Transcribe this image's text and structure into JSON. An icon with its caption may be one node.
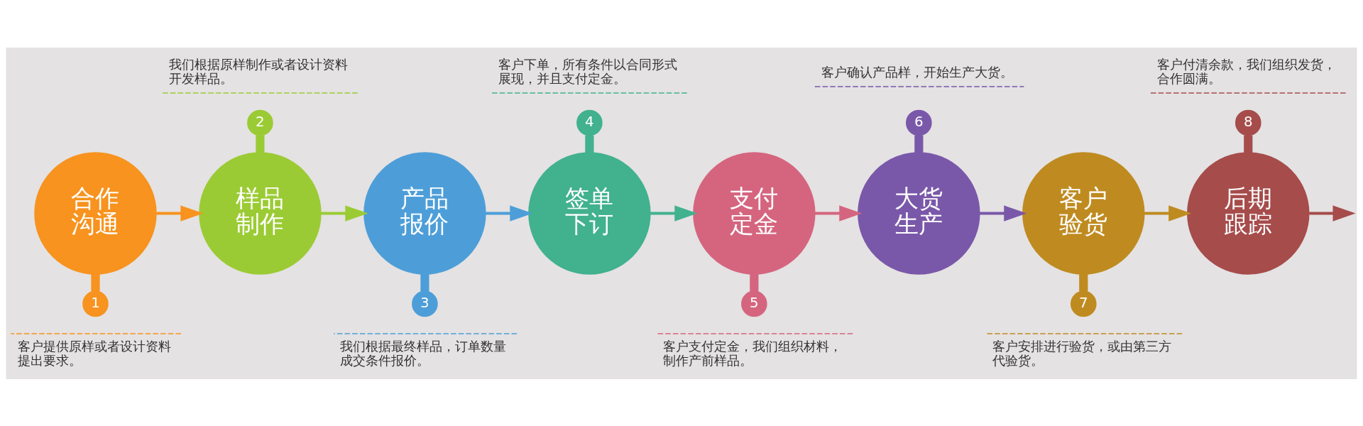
{
  "diagram": {
    "nodes": [
      {
        "text": [
          "合作沟通"
        ]
      },
      {
        "text": [
          "1"
        ],
        "beside": [
          "客户提供原样或者设计资料提出要求。"
        ]
      },
      {
        "text": [
          "样品制作"
        ]
      },
      {
        "text": [
          "2"
        ],
        "beside": [
          "我们根据原样制作或者设计资料开发样品。"
        ]
      },
      {
        "text": [
          "产品报价"
        ]
      },
      {
        "text": [
          "3"
        ],
        "beside": [
          "我们根据最终样品，订单数量成交条件报价。"
        ]
      },
      {
        "text": [
          "签单下订"
        ]
      },
      {
        "text": [
          "4"
        ],
        "beside": [
          "客户下单，所有条件以合同形式展现，并且支付定金。"
        ]
      },
      {
        "text": [
          "支付定金"
        ]
      },
      {
        "text": [
          "5"
        ],
        "beside": [
          "客户支付定金，我们组织材料，制作产前样品。"
        ]
      },
      {
        "text": [
          "大货生产"
        ]
      },
      {
        "text": [
          "6"
        ],
        "beside": [
          "客户确认产品样，开始生产大货。"
        ]
      },
      {
        "text": [
          "客户验货"
        ]
      },
      {
        "text": [
          "7"
        ],
        "beside": [
          "客户安排进行验货，或由第三方代验货。"
        ]
      },
      {
        "text": [
          "后期跟踪"
        ]
      },
      {
        "text": [
          "8"
        ],
        "beside": [
          "客户付清余款，我们组织发货，合作圆满。"
        ]
      }
    ],
    "edges": [
      {
        "from": 0,
        "to": 1,
        "arrow": "none",
        "style": "thick",
        "color": "#f7931e"
      },
      {
        "from": 0,
        "to": 2,
        "arrow": "to",
        "color": "#f7931e"
      },
      {
        "from": 2,
        "to": 3,
        "arrow": "none",
        "style": "thick",
        "color": "#9bcb34"
      },
      {
        "from": 2,
        "to": 4,
        "arrow": "to",
        "color": "#9bcb34"
      },
      {
        "from": 4,
        "to": 5,
        "arrow": "none",
        "style": "thick",
        "color": "#4d9ed8"
      },
      {
        "from": 4,
        "to": 6,
        "arrow": "to",
        "color": "#4d9ed8"
      },
      {
        "from": 6,
        "to": 7,
        "arrow": "none",
        "style": "thick",
        "color": "#41b18e"
      },
      {
        "from": 6,
        "to": 8,
        "arrow": "to",
        "color": "#41b18e"
      },
      {
        "from": 8,
        "to": 9,
        "arrow": "none",
        "style": "thick",
        "color": "#d5657f"
      },
      {
        "from": 8,
        "to": 10,
        "arrow": "to",
        "color": "#d5657f"
      },
      {
        "from": 10,
        "to": 11,
        "arrow": "none",
        "style": "thick",
        "color": "#7a58a9"
      },
      {
        "from": 10,
        "to": 12,
        "arrow": "to",
        "color": "#7a58a9"
      },
      {
        "from": 12,
        "to": 13,
        "arrow": "none",
        "style": "thick",
        "color": "#bf8b20"
      },
      {
        "from": 12,
        "to": 14,
        "arrow": "to",
        "color": "#bf8b20"
      },
      {
        "from": 14,
        "to": 15,
        "arrow": "none",
        "style": "thick",
        "color": "#a64c4b"
      },
      {
        "from": 14,
        "to": null,
        "arrow": "to",
        "color": "#a64c4b"
      }
    ]
  }
}
